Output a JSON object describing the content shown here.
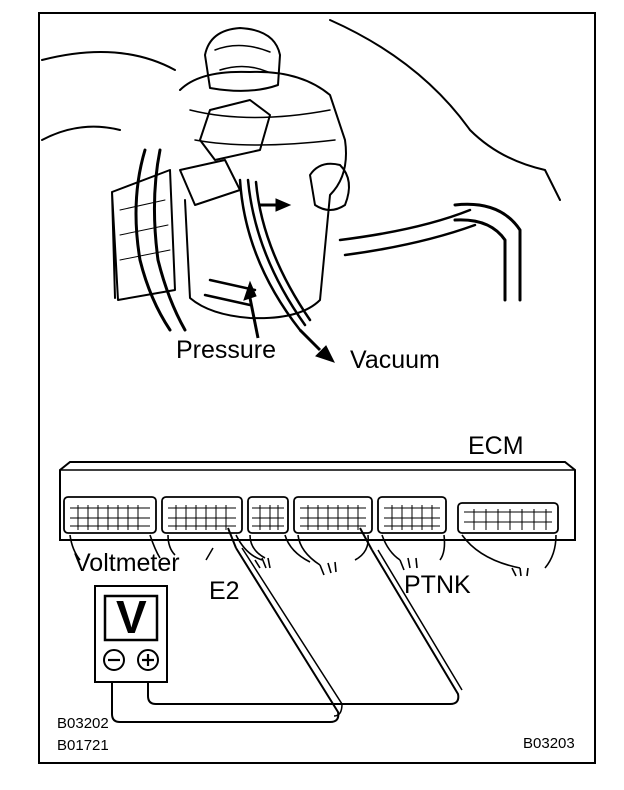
{
  "labels": {
    "pressure": "Pressure",
    "vacuum": "Vacuum",
    "ecm": "ECM",
    "voltmeter": "Voltmeter",
    "e2": "E2",
    "ptnk": "PTNK"
  },
  "meter": {
    "display": "V",
    "minus": "−",
    "plus": "+"
  },
  "codes": {
    "top_left": "B03202",
    "bottom_left": "B01721",
    "bottom_right": "B03203"
  }
}
